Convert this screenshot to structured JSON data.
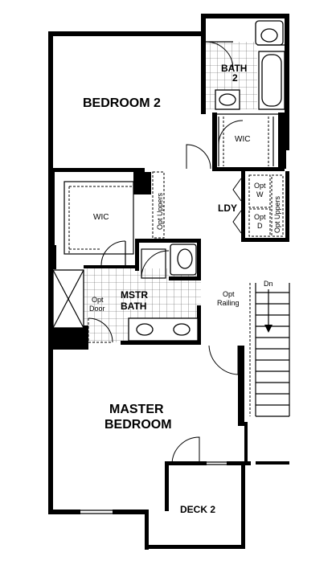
{
  "rooms": {
    "bedroom2": "BEDROOM 2",
    "bath2_line1": "BATH",
    "bath2_line2": "2",
    "wic_upper": "WIC",
    "wic_left": "WIC",
    "opt_uppers_left": "Opt Uppers",
    "ldy": "LDY",
    "opt_w_line1": "Opt",
    "opt_w_line2": "W",
    "opt_d_line1": "Opt",
    "opt_d_line2": "D",
    "opt_uppers_right": "Opt Uppers",
    "mstr_bath_line1": "MSTR",
    "mstr_bath_line2": "BATH",
    "opt_door_line1": "Opt",
    "opt_door_line2": "Door",
    "opt_railing_line1": "Opt",
    "opt_railing_line2": "Railing",
    "stairs_dn": "Dn",
    "master_line1": "MASTER",
    "master_line2": "BEDROOM",
    "deck2": "DECK 2"
  }
}
